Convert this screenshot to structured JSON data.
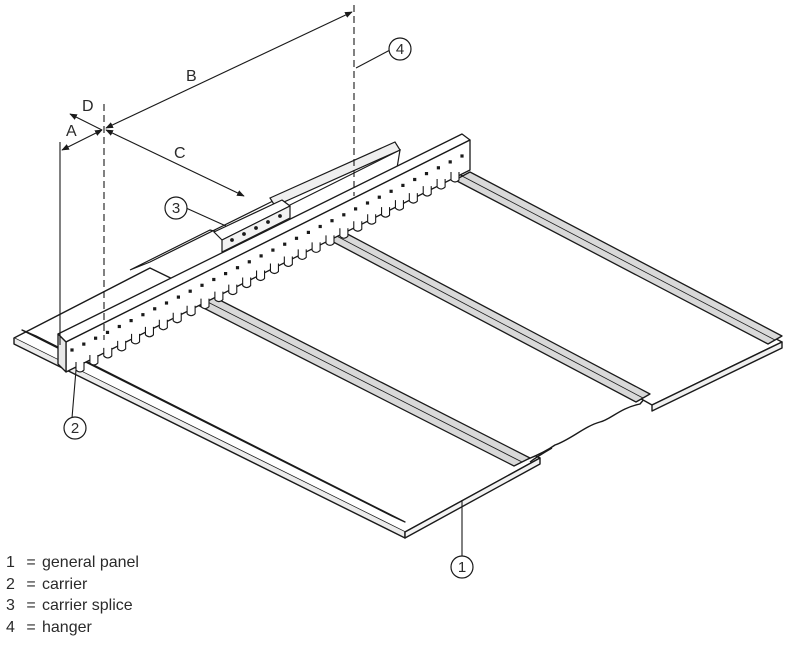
{
  "dimensions": {
    "a": "A",
    "b": "B",
    "c": "C",
    "d": "D"
  },
  "callouts": {
    "c1": "1",
    "c2": "2",
    "c3": "3",
    "c4": "4"
  },
  "legend": [
    {
      "num": "1",
      "eq": "=",
      "text": "general panel"
    },
    {
      "num": "2",
      "eq": "=",
      "text": "carrier"
    },
    {
      "num": "3",
      "eq": "=",
      "text": "carrier splice"
    },
    {
      "num": "4",
      "eq": "=",
      "text": "hanger"
    }
  ],
  "colors": {
    "line": "#1a1a1a",
    "panel_fill": "#ffffff",
    "panel_edge": "#e6e6e6",
    "rail_fill": "#d9d9d9"
  }
}
